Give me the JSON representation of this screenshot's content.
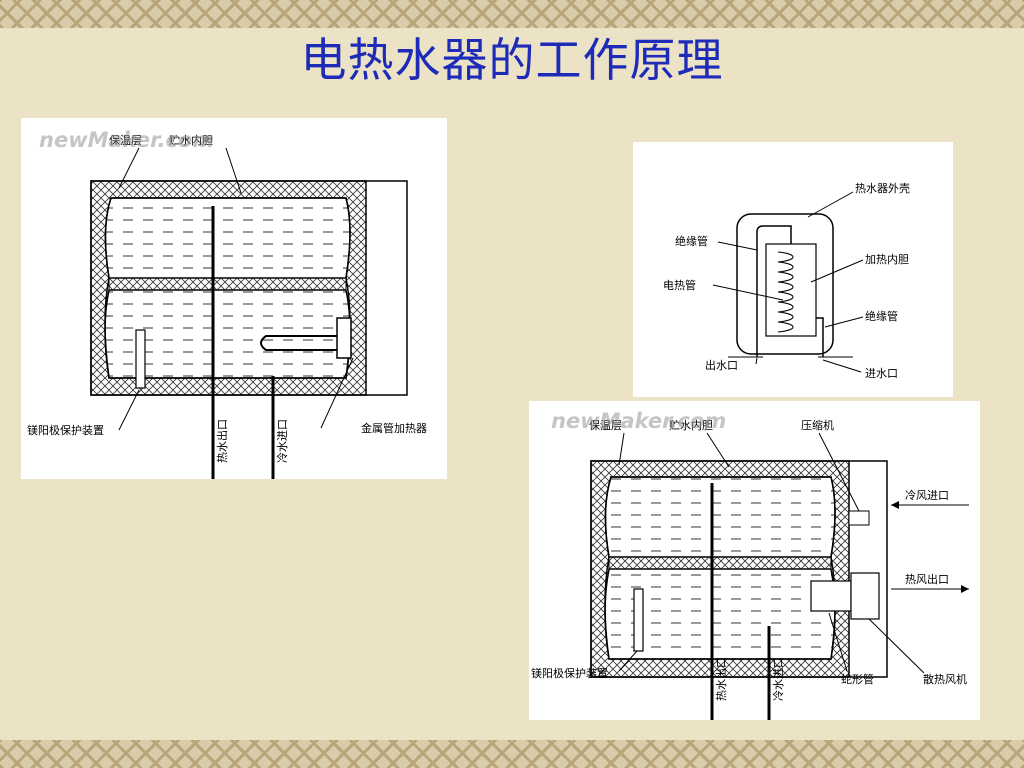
{
  "title": "电热水器的工作原理",
  "diagram1": {
    "watermark": "newMaker.com",
    "label_insulation": "保温层",
    "label_tank": "贮水内胆",
    "label_anode": "镁阳极保护装置",
    "label_hot_outlet": "热水出口",
    "label_cold_inlet": "冷水进口",
    "label_heater": "金属管加热器"
  },
  "diagram2": {
    "label_shell": "热水器外壳",
    "label_insulating_tube_left": "绝缘管",
    "label_heating_tank": "加热内胆",
    "label_heating_tube": "电热管",
    "label_insulating_tube_right": "绝缘管",
    "label_water_outlet": "出水口",
    "label_water_inlet": "进水口"
  },
  "diagram3": {
    "watermark": "newMaker.com",
    "label_insulation": "保温层",
    "label_tank": "贮水内胆",
    "label_compressor": "压缩机",
    "label_cold_air_in": "冷风进口",
    "label_hot_air_out": "热风出口",
    "label_anode": "镁阳极保护装置",
    "label_hot_outlet": "热水出口",
    "label_cold_inlet": "冷水进口",
    "label_coil": "蛇形管",
    "label_fan": "散热风机"
  }
}
